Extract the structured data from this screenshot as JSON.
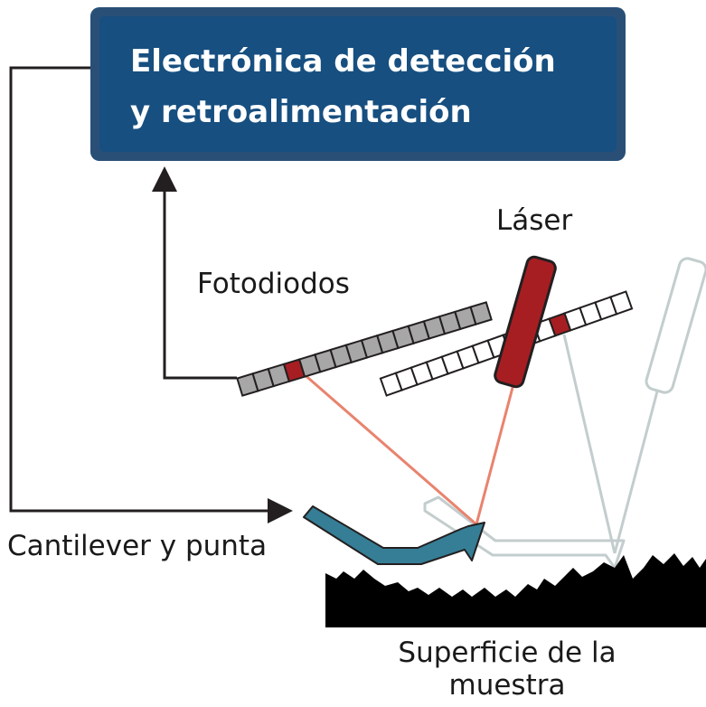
{
  "box": {
    "line1": "Electrónica de detección",
    "line2": "y retroalimentación",
    "fill": "#174f80",
    "border": "#2a4f77"
  },
  "labels": {
    "laser": "Láser",
    "photodiodes": "Fotodiodos",
    "cantilever": "Cantilever y punta",
    "surface_line1": "Superficie de la",
    "surface_line2": "muestra"
  },
  "colors": {
    "laser_body": "#a71e22",
    "beam": "#e9836e",
    "photodiode_fill": "#a7a7a7",
    "photodiode_hit": "#a71e22",
    "cantilever": "#357e96",
    "ghost": "#c3cdcd",
    "surface": "#000000",
    "arrows": "#231f20"
  }
}
